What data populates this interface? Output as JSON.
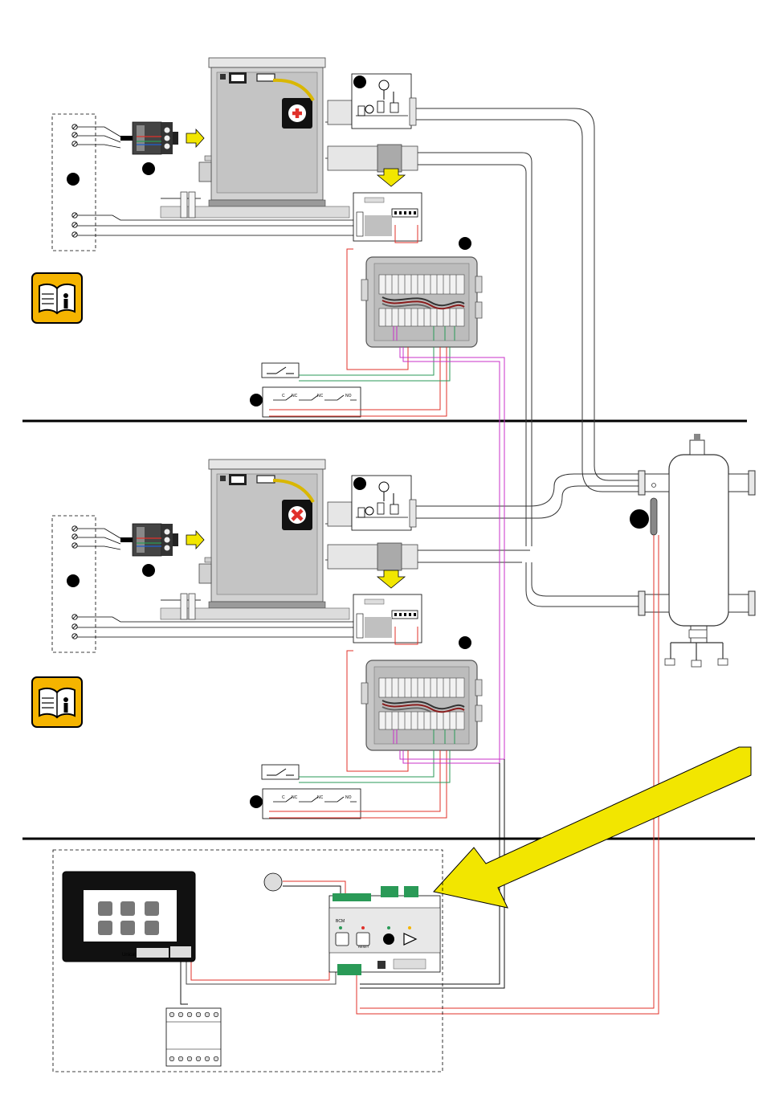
{
  "colors": {
    "wire_red": "#e0302a",
    "wire_green": "#2a9a57",
    "wire_magenta": "#c830c8",
    "wire_black": "#111111",
    "arrow_yellow": "#f2e600",
    "warning_orange": "#f5b400",
    "unit_gray": "#c8c8c8",
    "pipe": "#333333"
  },
  "icons": {
    "manual": "manual-info-icon",
    "rotary_ok": "red-plus-icon",
    "rotary_error": "red-x-icon"
  },
  "tabs": {
    "nc_label": "NC",
    "no_label": "NO",
    "c_label": "C"
  },
  "controller": {
    "brand": "Unical"
  },
  "module": {
    "label": "BCM",
    "reset_label": "RESET"
  }
}
